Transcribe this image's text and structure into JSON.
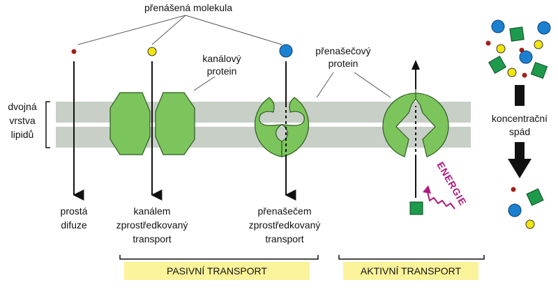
{
  "labels": {
    "molecule": "přenášená molekula",
    "bilayer": [
      "dvojná",
      "vrstva",
      "lipidů"
    ],
    "channel_protein": [
      "kanálový",
      "protein"
    ],
    "carrier_protein": [
      "přenašečový",
      "protein"
    ],
    "simple_diffusion": [
      "prostá",
      "difuze"
    ],
    "channel_transport": [
      "kanálem",
      "zprostředkovaný",
      "transport"
    ],
    "carrier_transport": [
      "přenašečem",
      "zprostředkovaný",
      "transport"
    ],
    "energy": "ENERGIE",
    "gradient": [
      "koncentrační",
      "spád"
    ],
    "passive": "PASIVNÍ TRANSPORT",
    "active": "AKTIVNÍ TRANSPORT"
  },
  "colors": {
    "membrane": "#c7cfc7",
    "protein": "#7cc55c",
    "protein_dark": "#2e5a20",
    "molecule_small": "#a0201a",
    "molecule_medium": "#f2e60c",
    "molecule_large": "#1c80d0",
    "square": "#1e9a4c",
    "band": "#fbf39a",
    "energy": "#b0187f"
  }
}
